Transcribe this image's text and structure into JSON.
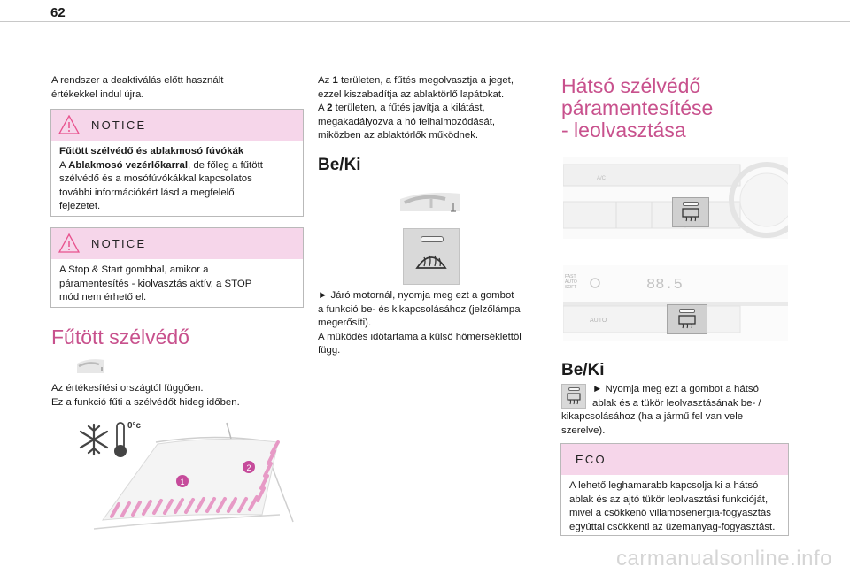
{
  "page_number": "62",
  "col1": {
    "intro_line1": "A rendszer a deaktiválás előtt használt",
    "intro_line2": "értékekkel indul újra.",
    "notice1": {
      "title": "NOTICE",
      "bold_heading": "Fűtött szélvédő és ablakmosó fúvókák",
      "line1_pre": "A ",
      "line1_bold": "Ablakmosó vezérlőkarral",
      "line1_post": ", de főleg a fűtött",
      "line2": "szélvédő és a mosófúvókákkal kapcsolatos",
      "line3": "további információkért lásd a megfelelő",
      "line4": "fejezetet."
    },
    "notice2": {
      "title": "NOTICE",
      "line1": "A Stop & Start gombbal, amikor a",
      "line2": "páramentesítés - kiolvasztás aktív, a STOP",
      "line3": "mód nem érhető el."
    },
    "heading": "Fűtött szélvédő",
    "text_line1": "Az értékesítési országtól függően.",
    "text_line2": "Ez a funkció fűti a szélvédőt hideg időben.",
    "temp_label": "0°c",
    "marker1": "1",
    "marker2": "2"
  },
  "col2": {
    "p1_line1_pre": "Az ",
    "p1_line1_bold": "1",
    "p1_line1_post": " területen, a fűtés megolvasztja a jeget,",
    "p1_line2": "ezzel kiszabadítja az ablaktörlő lapátokat.",
    "p1_line3_pre": "A ",
    "p1_line3_bold": "2",
    "p1_line3_post": " területen, a fűtés javítja a kilátást,",
    "p1_line4": "megakadályozva a hó felhalmozódását,",
    "p1_line5": "miközben az ablaktörlők működnek.",
    "heading": "Be/Ki",
    "p2_line1": "► Járó motornál, nyomja meg ezt a gombot",
    "p2_line2": "a funkció be- és kikapcsolásához (jelzőlámpa",
    "p2_line3": "megerősíti).",
    "p2_line4": "A működés időtartama a külső hőmérséklettől",
    "p2_line5": "függ."
  },
  "col3": {
    "heading_line1": "Hátsó szélvédő",
    "heading_line2": "páramentesítése",
    "heading_line3": "- leolvasztása",
    "panel1": {
      "ac_label": "A/C",
      "fan_labels": [
        "",
        ""
      ]
    },
    "panel2": {
      "fast_label": "FAST\nAUTO\nSOFT",
      "display": "88.5",
      "auto_label": "AUTO"
    },
    "subheading": "Be/Ki",
    "p_line1": "► Nyomja meg ezt a gombot a hátsó",
    "p_line2": "ablak és a tükör leolvasztásának be- /",
    "p_line3": "kikapcsolásához (ha a jármű fel van vele",
    "p_line4": "szerelve).",
    "eco": {
      "title": "ECO",
      "line1": "A lehető leghamarabb kapcsolja ki a hátsó",
      "line2": "ablak és az ajtó tükör leolvasztási funkcióját,",
      "line3": "mivel a csökkenő villamosenergia-fogyasztás",
      "line4": "egyúttal csökkenti az üzemanyag-fogyasztást."
    }
  },
  "footer": {
    "watermark": "carmanualsonline.info"
  },
  "colors": {
    "pink_heading": "#c8518d",
    "notice_bg": "#f6d6ea",
    "marker": "#c64b9b"
  }
}
